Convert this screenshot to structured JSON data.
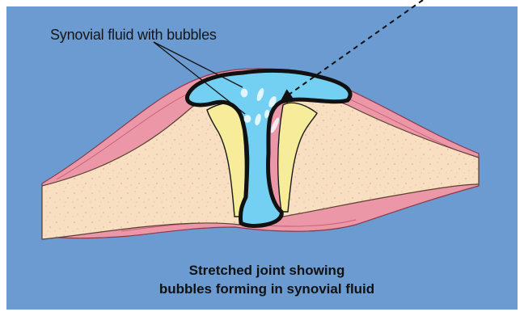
{
  "diagram": {
    "label_fluid": "Synovial fluid with bubbles",
    "caption_line1": "Stretched joint showing",
    "caption_line2": "bubbles forming in synovial fluid"
  },
  "colors": {
    "background_border": "#ffffff",
    "panel_blue": "#6b9bd0",
    "capsule_pink": "#ec97a8",
    "bone_tan": "#f8dfc1",
    "cartilage_yellow": "#f6ec9a",
    "synovial_fluid": "#74d0f2",
    "outline": "#1a1a1a"
  },
  "icons": [
    "bubble-icon",
    "arrow-icon"
  ]
}
